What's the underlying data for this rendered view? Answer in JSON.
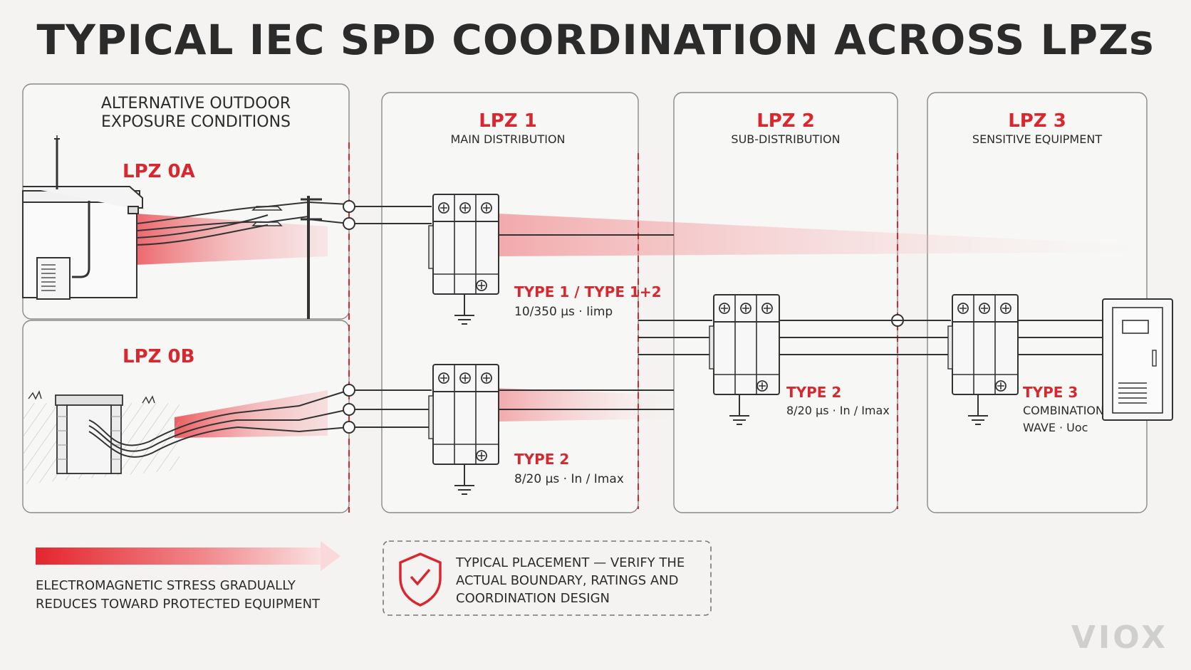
{
  "title": "TYPICAL IEC SPD COORDINATION ACROSS LPZs",
  "outdoor": {
    "heading_line1": "ALTERNATIVE OUTDOOR",
    "heading_line2": "EXPOSURE CONDITIONS",
    "zone_0a": "LPZ 0A",
    "zone_0b": "LPZ 0B"
  },
  "zones": [
    {
      "title": "LPZ 1",
      "subtitle": "MAIN DISTRIBUTION"
    },
    {
      "title": "LPZ 2",
      "subtitle": "SUB-DISTRIBUTION"
    },
    {
      "title": "LPZ 3",
      "subtitle": "SENSITIVE EQUIPMENT"
    }
  ],
  "spds": [
    {
      "type": "TYPE 1 / TYPE 1+2",
      "spec": "10/350 µs · Iimp"
    },
    {
      "type": "TYPE 2",
      "spec": "8/20 µs · In / Imax"
    },
    {
      "type": "TYPE 2",
      "spec": "8/20 µs · In / Imax"
    },
    {
      "type": "TYPE 3",
      "spec_line1": "COMBINATION",
      "spec_line2": "WAVE · Uoc"
    }
  ],
  "legend": {
    "stress_line1": "ELECTROMAGNETIC STRESS GRADUALLY",
    "stress_line2": "REDUCES TOWARD PROTECTED EQUIPMENT"
  },
  "note": {
    "line1": "TYPICAL PLACEMENT — VERIFY THE",
    "line2": "ACTUAL BOUNDARY, RATINGS AND",
    "line3": "COORDINATION DESIGN"
  },
  "brand": "VIOX",
  "colors": {
    "accent": "#d8282f",
    "text": "#2b2b2b",
    "line": "#333333",
    "background": "#f4f3f1"
  },
  "icons": [
    "shield-check-icon",
    "ground-symbol-icon",
    "lightning-rod-icon"
  ]
}
